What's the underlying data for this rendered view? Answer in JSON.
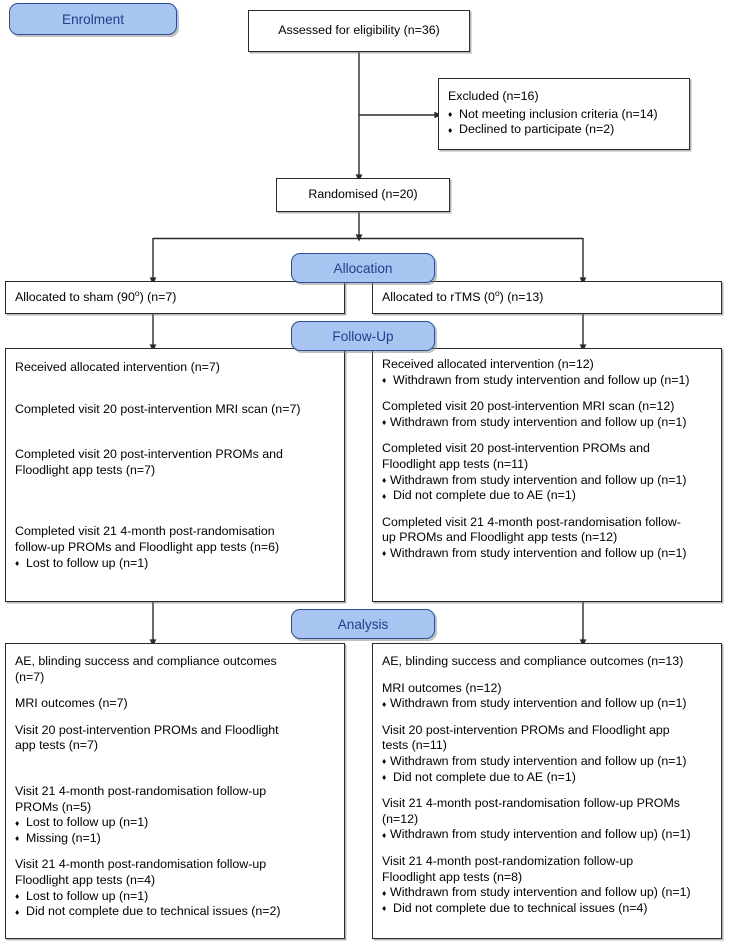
{
  "title": "CONSORT participant flow diagram",
  "colors": {
    "banner_fill": "#a8c4f0",
    "banner_border": "#2f4e8f",
    "banner_text": "#22408c",
    "box_border": "#2b2b2b",
    "page_background": "#ffffff"
  },
  "stages": {
    "enrolment": "Enrolment",
    "allocation": "Allocation",
    "followup": "Follow-Up",
    "analysis": "Analysis"
  },
  "enrolment": {
    "assessed": "Assessed for eligibility (n=36)",
    "excluded_heading": "Excluded (n=16)",
    "excluded_reasons": [
      "Not meeting inclusion criteria (n=14)",
      "Declined to participate (n=2)"
    ],
    "randomised": "Randomised (n=20)"
  },
  "allocation": {
    "sham_prefix": "Allocated to sham (90",
    "sham_suffix": ") (n=7)",
    "sham_degree": "o",
    "rtms_prefix": "Allocated to rTMS (0",
    "rtms_suffix": ") (n=13)",
    "rtms_degree": "o"
  },
  "followup": {
    "sham": {
      "p1": "Received allocated intervention (n=7)",
      "p2": "Completed visit 20 post-intervention MRI scan (n=7)",
      "p3": "Completed visit 20 post-intervention PROMs and\nFloodlight app tests (n=7)",
      "p4": "Completed visit 21 4-month post-randomisation\nfollow-up PROMs and Floodlight app tests (n=6)",
      "p4_bullets": [
        "Lost to follow up (n=1)"
      ]
    },
    "rtms": {
      "p1": "Received allocated intervention (n=12)",
      "p1_bullets": [
        "Withdrawn from study intervention and follow up (n=1)"
      ],
      "p2": "Completed visit 20 post-intervention MRI scan (n=12)",
      "p2_bullets": [
        "Withdrawn from study intervention and follow up (n=1)"
      ],
      "p3": "Completed visit 20 post-intervention PROMs and\nFloodlight app tests (n=11)",
      "p3_bullets": [
        "Withdrawn from study intervention and follow up (n=1)",
        "Did not complete due to AE (n=1)"
      ],
      "p4": "Completed visit 21 4-month post-randomisation follow-\nup PROMs and Floodlight app tests (n=12)",
      "p4_bullets": [
        "Withdrawn from study intervention and follow up (n=1)"
      ]
    }
  },
  "analysis": {
    "sham": {
      "p1": "AE, blinding success and compliance outcomes\n(n=7)",
      "p2": "MRI outcomes (n=7)",
      "p3": "Visit 20 post-intervention PROMs and Floodlight\napp tests (n=7)",
      "p4": "Visit 21 4-month post-randomisation follow-up\nPROMs (n=5)",
      "p4_bullets": [
        "Lost to follow up (n=1)",
        "Missing (n=1)"
      ],
      "p5": "Visit 21 4-month post-randomisation follow-up\nFloodlight app tests (n=4)",
      "p5_bullets": [
        "Lost to follow up (n=1)",
        "Did not complete due to technical issues (n=2)"
      ]
    },
    "rtms": {
      "p1": "AE, blinding success and compliance outcomes (n=13)",
      "p2": "MRI outcomes (n=12)",
      "p2_bullets": [
        "Withdrawn from study intervention and follow up (n=1)"
      ],
      "p3": "Visit 20 post-intervention PROMs and Floodlight app\ntests (n=11)",
      "p3_bullets": [
        "Withdrawn from study intervention and follow up (n=1)",
        "Did not complete due to AE (n=1)"
      ],
      "p4": "Visit 21 4-month post-randomisation follow-up PROMs\n(n=12)",
      "p4_bullets": [
        "Withdrawn from study intervention and follow up) (n=1)"
      ],
      "p5": "Visit 21 4-month post-randomization follow-up\nFloodlight app tests (n=8)",
      "p5_bullets": [
        "Withdrawn from study intervention and follow up) (n=1)",
        "Did not complete due to technical issues (n=4)"
      ]
    }
  }
}
